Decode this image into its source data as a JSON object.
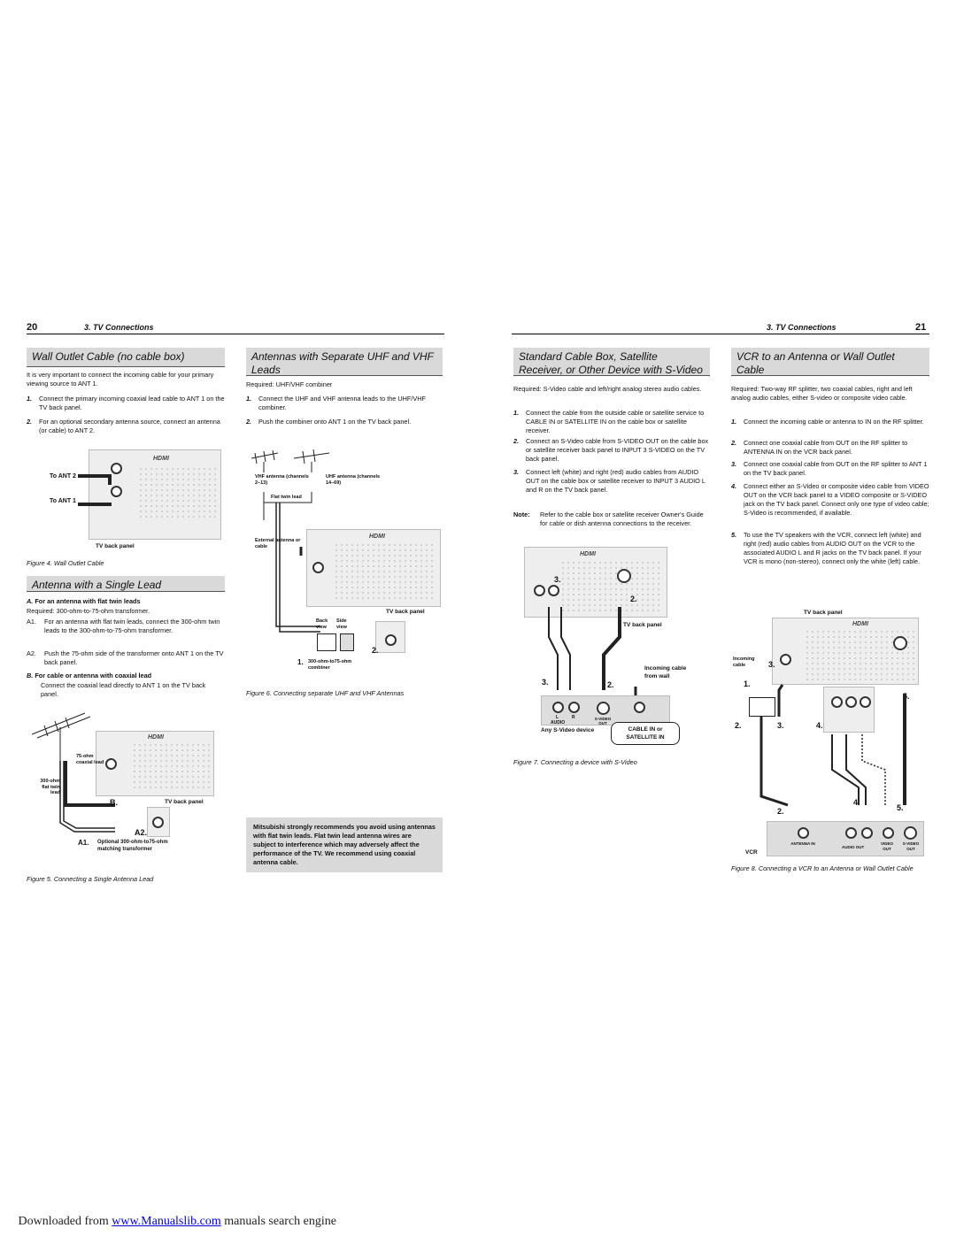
{
  "left_page": {
    "page_number": "20",
    "section": "3. TV Connections",
    "wall_outlet": {
      "title": "Wall Outlet Cable (no cable box)",
      "intro": "It is very important to connect the incoming cable for your primary viewing source to ANT 1.",
      "steps": [
        {
          "n": "1.",
          "text": "Connect the primary incoming coaxial lead cable to ANT 1 on the TV back panel."
        },
        {
          "n": "2.",
          "text": "For an optional secondary antenna source, connect an antenna (or cable) to ANT 2."
        }
      ],
      "labels": {
        "ant2": "To ANT 2",
        "ant1": "To ANT 1",
        "panel": "TV back panel"
      },
      "caption": "Figure 4.  Wall Outlet Cable"
    },
    "single_lead": {
      "title": "Antenna with a Single Lead",
      "subA_letter": "A.",
      "subA": "For an antenna with flat twin leads",
      "required": "Required:  300-ohm-to-75-ohm transformer.",
      "a1": {
        "n": "A1.",
        "text": "For an antenna with flat twin leads, connect the 300-ohm twin leads to the 300-ohm-to-75-ohm transformer."
      },
      "a2": {
        "n": "A2.",
        "text": "Push the 75-ohm side of the transformer onto ANT 1 on the TV back panel."
      },
      "subB_letter": "B.",
      "subB": "For cable or antenna with coaxial lead",
      "subB_text": "Connect the coaxial lead directly to ANT 1 on the TV back panel.",
      "labels": {
        "coax": "75-ohm coaxial lead",
        "twin": "300-ohm flat twin lead",
        "panel": "TV back panel",
        "b": "B.",
        "a2": "A2.",
        "a1": "A1.",
        "optional": "Optional 300-ohm-to75-ohm matching transformer"
      },
      "caption": "Figure 5.  Connecting a Single Antenna Lead"
    },
    "uhf_vhf": {
      "title": "Antennas with Separate UHF and VHF Leads",
      "required": "Required:  UHF/VHF combiner",
      "steps": [
        {
          "n": "1.",
          "text": "Connect the UHF and VHF antenna leads to the UHF/VHF combiner."
        },
        {
          "n": "2.",
          "text": "Push the combiner onto ANT 1 on the TV back panel."
        }
      ],
      "labels": {
        "vhf": "VHF antenna (channels 2–13)",
        "uhf": "UHF antenna (channels 14–69)",
        "flat": "Flat twin lead",
        "external": "External antenna or cable",
        "panel": "TV back panel",
        "back": "Back view",
        "side": "Side view",
        "n1": "1.",
        "combiner": "300-ohm-to75-ohm combiner",
        "n2": "2."
      },
      "caption": "Figure 6.  Connecting separate UHF and VHF Antennas",
      "warning": "Mitsubishi strongly recommends you avoid using antennas with flat twin leads.  Flat twin lead antenna wires are subject to interference which may adversely affect the performance of the TV.  We recommend using coaxial antenna cable."
    }
  },
  "right_page": {
    "page_number": "21",
    "section": "3. TV Connections",
    "svideo": {
      "title": "Standard Cable Box, Satellite Receiver, or Other Device with S-Video",
      "required": "Required:  S-Video cable and left/right analog stereo audio cables.",
      "steps": [
        {
          "n": "1.",
          "text": "Connect the cable from the outside cable or satellite service to CABLE IN or SATELLITE IN on the cable box or satellite receiver."
        },
        {
          "n": "2.",
          "text": "Connect an S-Video cable from S-VIDEO OUT on the cable box or satellite receiver back panel to INPUT 3 S-VIDEO on the TV back panel."
        },
        {
          "n": "3.",
          "text": "Connect left (white) and right (red) audio cables from AUDIO OUT on the cable box or satellite receiver to INPUT 3 AUDIO L and R on the TV back panel."
        }
      ],
      "note_label": "Note:",
      "note": "Refer to the cable box or satellite receiver Owner's Guide for cable or dish antenna connections to the receiver.",
      "labels": {
        "panel": "TV back panel",
        "incoming": "Incoming cable from wall",
        "n3": "3.",
        "n2": "2.",
        "n3b": "3.",
        "n2b": "2.",
        "device": "Any S-Video device",
        "cable_in": "CABLE IN or SATELLITE IN",
        "audio": "AUDIO",
        "svideo_out": "S-VIDEO OUT",
        "l": "L",
        "r": "R"
      },
      "caption": "Figure 7.  Connecting a device with S-Video"
    },
    "vcr": {
      "title": "VCR to an Antenna or Wall Outlet Cable",
      "required": "Required:  Two-way RF splitter, two coaxial cables, right and left analog audio cables, either S-video or composite video cable.",
      "steps": [
        {
          "n": "1.",
          "text": "Connect the incoming cable or antenna to IN on the RF splitter."
        },
        {
          "n": "2.",
          "text": "Connect one coaxial cable from OUT on the RF splitter to ANTENNA IN on the VCR back panel."
        },
        {
          "n": "3.",
          "text": "Connect one coaxial cable from OUT on the RF splitter to ANT 1 on the TV back panel."
        },
        {
          "n": "4.",
          "text": "Connect either an S-Video or composite video cable from VIDEO OUT on the VCR back panel to a VIDEO composite or S-VIDEO jack on the TV back panel.  Connect only one type of video cable; S-Video is recommended, if available."
        },
        {
          "n": "5.",
          "text": "To use the TV speakers with the VCR, connect left (white) and right (red) audio cables from AUDIO OUT on the VCR to the associated AUDIO L and R jacks on the TV back panel.  If your VCR is mono (non-stereo), connect only the white (left) cable."
        }
      ],
      "labels": {
        "panel": "TV back panel",
        "incoming": "Incoming cable",
        "n1": "1.",
        "n2": "2.",
        "n3": "3.",
        "n4": "4.",
        "n5": "5.",
        "n2b": "2.",
        "n4b": "4.",
        "n5b": "5.",
        "vcr": "VCR",
        "antenna_in": "ANTENNA IN",
        "audio_out": "AUDIO OUT",
        "video_out": "VIDEO OUT",
        "svideo_out": "S-VIDEO OUT"
      },
      "caption": "Figure 8.  Connecting a VCR to an Antenna or Wall Outlet Cable"
    }
  },
  "footer": {
    "prefix": "Downloaded from ",
    "link": "www.Manualslib.com",
    "suffix": " manuals search engine"
  }
}
